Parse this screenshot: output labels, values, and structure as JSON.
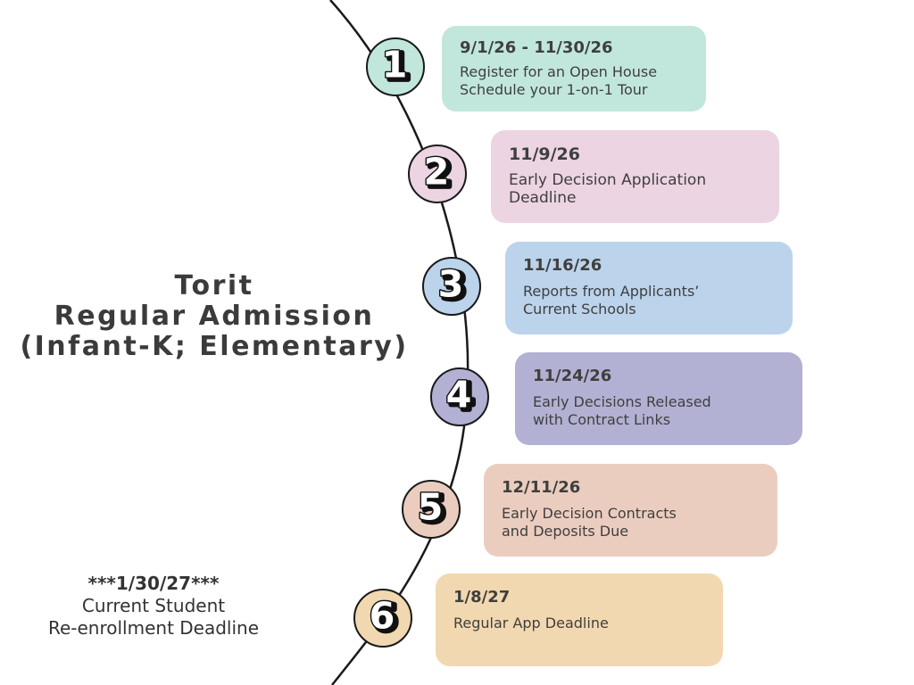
{
  "title": {
    "lines": [
      "Torit",
      "Regular Admission",
      "(Infant-K; Elementary)"
    ]
  },
  "note": {
    "date": "***1/30/27***",
    "lines": [
      "Current Student",
      "Re-enrollment Deadline"
    ]
  },
  "colors": {
    "step1": "#c1e7dc",
    "step2": "#ecd4e3",
    "step3": "#bcd3ec",
    "step4": "#b2b1d3",
    "step5": "#ebcdbf",
    "step6": "#f2d8b0",
    "line": "#1a1a1a",
    "text": "#3f3f3f"
  },
  "steps": [
    {
      "number": "1",
      "date": "9/1/26 - 11/30/26",
      "lines": [
        "Register for an Open House",
        "Schedule your 1-on-1 Tour"
      ]
    },
    {
      "number": "2",
      "date": "11/9/26",
      "lines": [
        "Early Decision Application",
        "Deadline"
      ]
    },
    {
      "number": "3",
      "date": "11/16/26",
      "lines": [
        "Reports from Applicants’",
        "Current Schools"
      ]
    },
    {
      "number": "4",
      "date": "11/24/26",
      "lines": [
        "Early Decisions Released",
        "with Contract Links"
      ]
    },
    {
      "number": "5",
      "date": "12/11/26",
      "lines": [
        "Early Decision Contracts",
        "and Deposits Due"
      ]
    },
    {
      "number": "6",
      "date": "1/8/27",
      "lines": [
        "Regular App Deadline"
      ]
    }
  ]
}
